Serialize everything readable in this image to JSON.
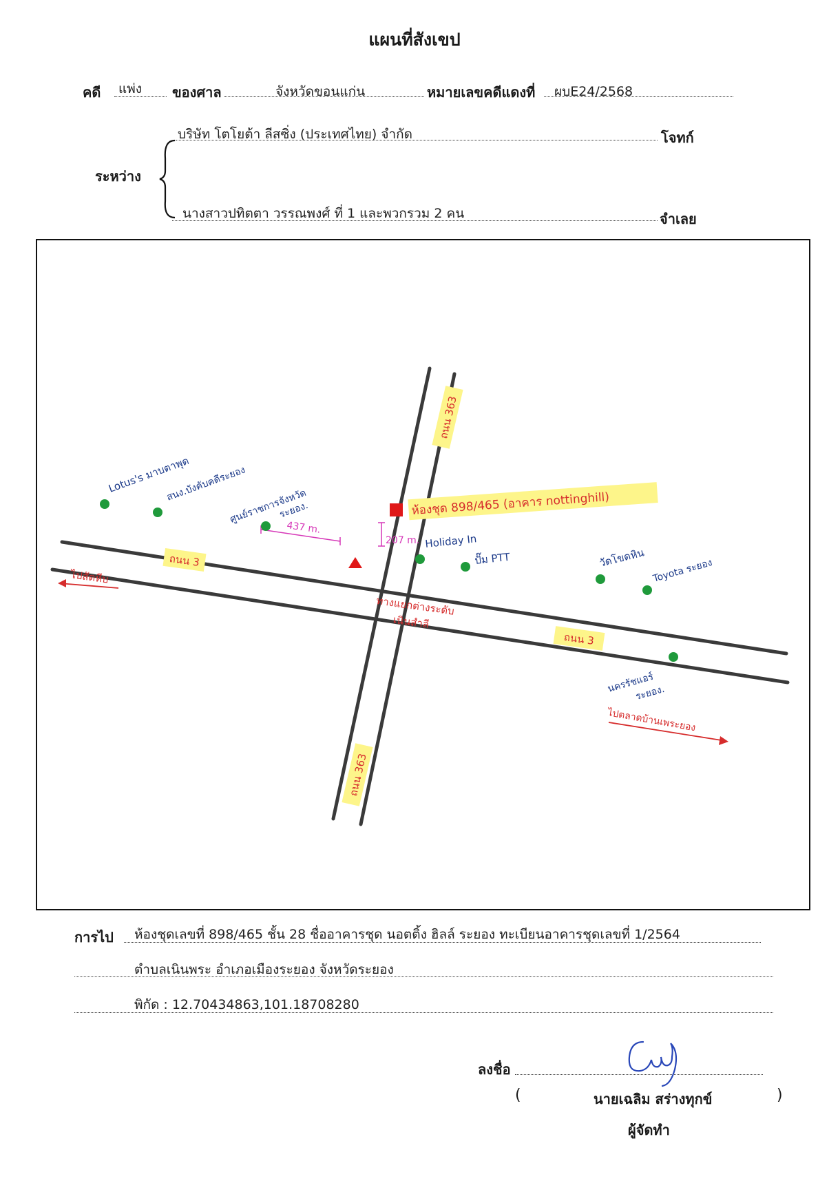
{
  "header": {
    "title": "แผนที่สังเขป",
    "case_label": "คดี",
    "case_type": "แพ่ง",
    "court_label": "ของศาล",
    "court": "จังหวัดขอนแก่น",
    "case_no_label": "หมายเลขคดีแดงที่",
    "case_no": "ผบE24/2568"
  },
  "parties": {
    "between_label": "ระหว่าง",
    "plaintiff": "บริษัท โตโยต้า ลีสซิ่ง (ประเทศไทย) จำกัด",
    "plaintiff_label": "โจทก์",
    "defendant": "นางสาวปทิตตา วรรณพงศ์ ที่ 1 และพวกรวม 2 คน",
    "defendant_label": "จำเลย"
  },
  "map": {
    "road_top": "ถนน 363",
    "road_bottom": "ถนน 363",
    "road_left": "ถนน 3",
    "road_right": "ถนน 3",
    "target": "ห้องชุด 898/465 (อาคาร nottinghill)",
    "dist_left": "437 m.",
    "dist_up": "207 m.",
    "to_west": "ไปสัตหีบ",
    "to_east": "ไปตลาดบ้านเพระยอง",
    "junction": [
      "ทางแยกต่างระดับ",
      "เนินสำลี"
    ],
    "landmarks": {
      "lotus": "Lotus's มาบตาพุด",
      "swimming": "สนง.บังคับคดีระยอง",
      "center": [
        "ศูนย์ราชการจังหวัด",
        "ระยอง."
      ],
      "holiday": "Holiday In",
      "ptt": "ปั๊ม PTT",
      "temple": "วัดโขดหิน",
      "toyota": "Toyota ระยอง",
      "hospital": [
        "นครรัชแอร์",
        "ระยอง."
      ]
    },
    "colors": {
      "road": "#3a3a3a",
      "marker": "#1f9a3b",
      "target": "#e01818",
      "highlight": "#fdf58a",
      "blue_ink": "#1d3b8a",
      "red_ink": "#d62c2c",
      "pink_ink": "#d637b8"
    }
  },
  "footer": {
    "route_label": "การไป",
    "route_line1": "ห้องชุดเลขที่ 898/465 ชั้น 28 ชื่ออาคารชุด นอตติ้ง ฮิลล์ ระยอง ทะเบียนอาคารชุดเลขที่ 1/2564",
    "route_line2": "ตำบลเนินพระ อำเภอเมืองระยอง จังหวัดระยอง",
    "route_line3": "พิกัด : 12.70434863,101.18708280",
    "sign_label": "ลงชื่อ",
    "open_paren": "(",
    "signer": "นายเฉลิม สร่างทุกข์",
    "close_paren": ")",
    "role": "ผู้จัดทำ"
  }
}
